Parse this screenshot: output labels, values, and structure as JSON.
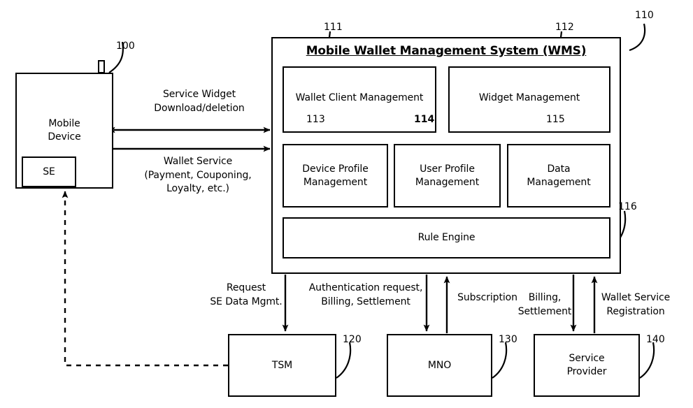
{
  "figure": {
    "title": "Mobile Wallet Management System architecture block diagram",
    "wms_title": "Mobile Wallet Management System (WMS)"
  },
  "nodes": {
    "mobile_device": {
      "label": "Mobile\nDevice",
      "ref": "100"
    },
    "se": {
      "label": "SE"
    },
    "wms": {
      "ref": "110"
    },
    "wallet_client_management": {
      "label": "Wallet Client Management",
      "ref": "111"
    },
    "widget_management": {
      "label": "Widget Management",
      "ref": "112"
    },
    "device_profile_management": {
      "label": "Device Profile\nManagement",
      "ref": "113"
    },
    "user_profile_management": {
      "label": "User Profile\nManagement",
      "ref": "114"
    },
    "data_management": {
      "label": "Data\nManagement",
      "ref": "115"
    },
    "rule_engine": {
      "label": "Rule Engine",
      "ref": "116"
    },
    "tsm": {
      "label": "TSM",
      "ref": "120"
    },
    "mno": {
      "label": "MNO",
      "ref": "130"
    },
    "service_provider": {
      "label": "Service\nProvider",
      "ref": "140"
    }
  },
  "connections": {
    "service_widget": {
      "label": "Service Widget\nDownload/deletion",
      "direction": "bidirectional"
    },
    "wallet_service": {
      "label": "Wallet Service\n(Payment, Couponing,\nLoyalty, etc.)",
      "direction": "right"
    },
    "request_se_data": {
      "label": "Request\nSE Data Mgmt.",
      "direction": "down"
    },
    "auth_billing_settlement": {
      "label": "Authentication request,\nBilling, Settlement",
      "direction": "down"
    },
    "subscription": {
      "label": "Subscription",
      "direction": "up"
    },
    "billing_settlement": {
      "label": "Billing,\nSettlement",
      "direction": "down"
    },
    "wallet_service_registration": {
      "label": "Wallet Service\nRegistration",
      "direction": "up"
    },
    "tsm_to_device": {
      "label": "",
      "direction": "up",
      "style": "dashed"
    }
  },
  "colors": {
    "line": "#000000",
    "background": "#ffffff",
    "text": "#000000"
  }
}
